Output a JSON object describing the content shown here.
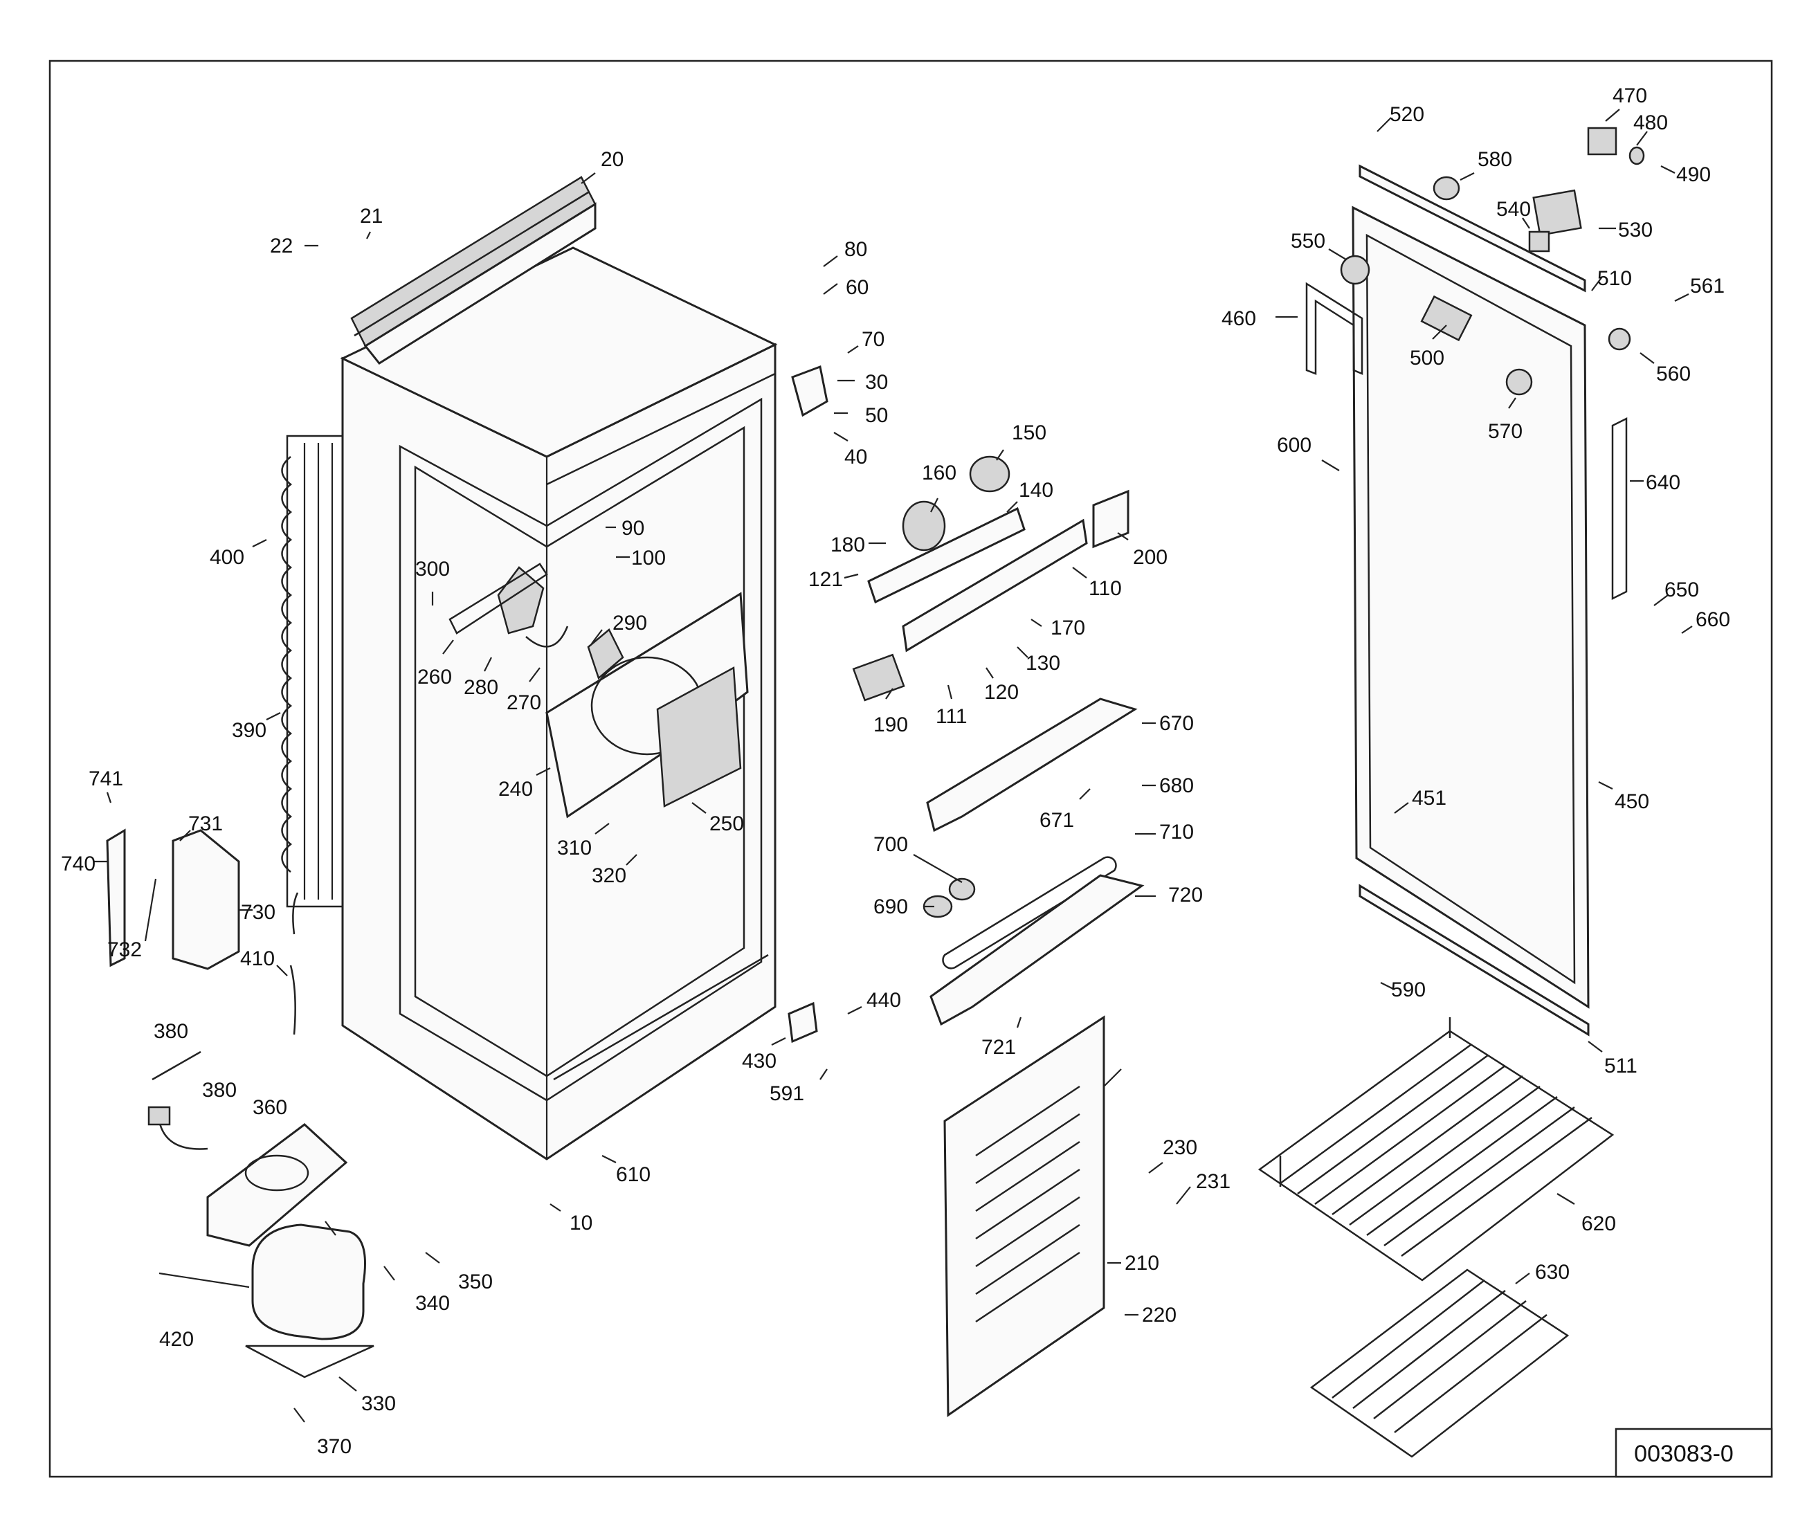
{
  "diagram": {
    "drawing_number": "003083-0",
    "callouts": {
      "c20": "20",
      "c21": "21",
      "c22": "22",
      "c80": "80",
      "c60": "60",
      "c70": "70",
      "c30": "30",
      "c50": "50",
      "c40": "40",
      "c90": "90",
      "c100": "100",
      "c300": "300",
      "c400": "400",
      "c260": "260",
      "c280": "280",
      "c270": "270",
      "c290": "290",
      "c390": "390",
      "c240": "240",
      "c250": "250",
      "c310": "310",
      "c320": "320",
      "c741": "741",
      "c731": "731",
      "c740": "740",
      "c730": "730",
      "c732": "732",
      "c410": "410",
      "c380a": "380",
      "c380b": "380",
      "c360": "360",
      "c420": "420",
      "c340": "340",
      "c350": "350",
      "c330": "330",
      "c370": "370",
      "c10": "10",
      "c610": "610",
      "c430": "430",
      "c440": "440",
      "c591": "591",
      "c150": "150",
      "c160": "160",
      "c140": "140",
      "c180": "180",
      "c121": "121",
      "c200": "200",
      "c110": "110",
      "c170": "170",
      "c130": "130",
      "c190": "190",
      "c111": "111",
      "c120": "120",
      "c670": "670",
      "c680": "680",
      "c671": "671",
      "c700": "700",
      "c710": "710",
      "c690": "690",
      "c720": "720",
      "c721": "721",
      "c230": "230",
      "c231": "231",
      "c210": "210",
      "c220": "220",
      "c520": "520",
      "c470": "470",
      "c480": "480",
      "c490": "490",
      "c580": "580",
      "c540": "540",
      "c530": "530",
      "c550": "550",
      "c460": "460",
      "c510": "510",
      "c561": "561",
      "c500": "500",
      "c560": "560",
      "c570": "570",
      "c600": "600",
      "c640": "640",
      "c650": "650",
      "c660": "660",
      "c451": "451",
      "c450": "450",
      "c590": "590",
      "c511": "511",
      "c620": "620",
      "c630": "630"
    }
  }
}
